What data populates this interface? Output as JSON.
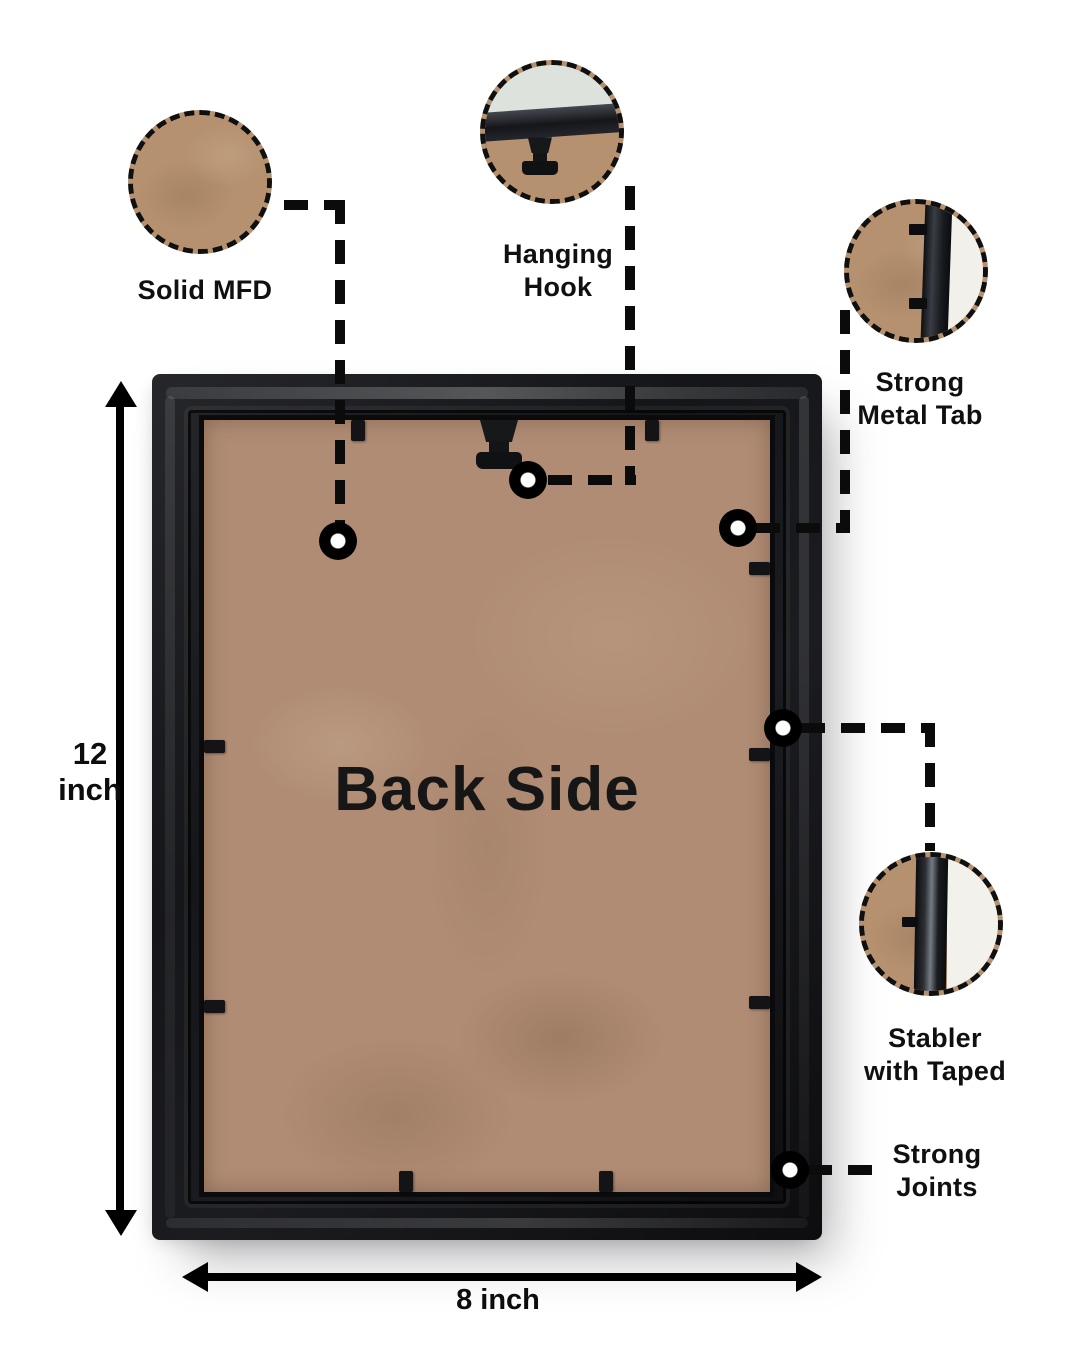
{
  "title": {
    "back_label": "Back Side"
  },
  "dimensions": {
    "height_value": "12",
    "height_unit": "inch",
    "width_label": "8 inch"
  },
  "callouts": {
    "solid_mfd": {
      "label": "Solid MFD"
    },
    "hanging_hook": {
      "line1": "Hanging",
      "line2": "Hook"
    },
    "strong_metal_tab": {
      "line1": "Strong",
      "line2": "Metal Tab"
    },
    "stabler_with_taped": {
      "line1": "Stabler",
      "line2": "with Taped"
    },
    "strong_joints": {
      "line1": "Strong",
      "line2": "Joints"
    }
  },
  "colors": {
    "background": "#ffffff",
    "mdf_board": "#b08c74",
    "frame_black": "#17181b",
    "wall_white": "#f2f0ea",
    "wall_gray_green": "#dde2dd",
    "annotation": "#0b0b0b"
  }
}
